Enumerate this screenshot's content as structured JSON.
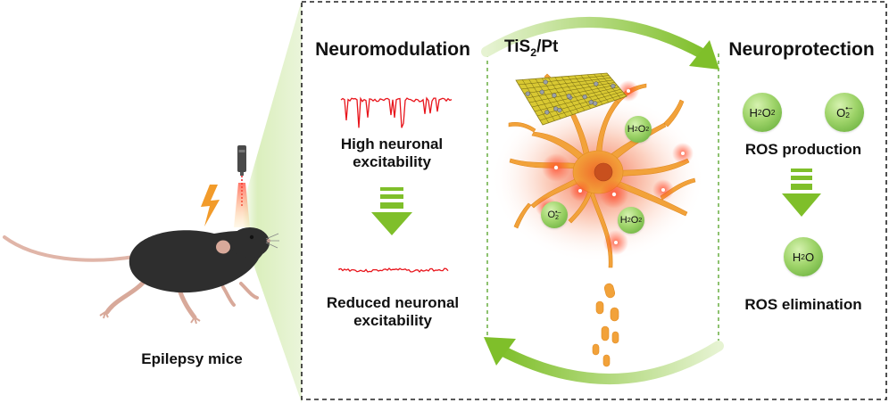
{
  "left": {
    "caption": "Epilepsy mice"
  },
  "neuromodulation": {
    "title": "Neuromodulation",
    "high_line1": "High neuronal",
    "high_line2": "excitability",
    "reduced_line1": "Reduced neuronal",
    "reduced_line2": "excitability"
  },
  "center": {
    "material_main": "TiS",
    "material_sub": "2",
    "material_tail": "/Pt",
    "h2o2_a": "H",
    "h2o2_b": "2",
    "h2o2_c": "O",
    "h2o2_d": "2",
    "o2_main": "O",
    "o2_sup": "•–",
    "o2_sub": "2"
  },
  "neuroprotection": {
    "title": "Neuroprotection",
    "ros_production": "ROS production",
    "water_main": "H",
    "water_sub": "2",
    "water_tail": "O",
    "ros_elimination": "ROS elimination"
  },
  "colors": {
    "trace": "#e8141b",
    "arrow_green": "#7fbf2a",
    "neuron": "#f2a23a",
    "glow": "#f04a2a",
    "sheet": "#d8c832"
  },
  "icons": {
    "laser": "laser-fiber-icon",
    "bolt": "lightning-bolt-icon",
    "mouse": "mouse-illustration",
    "neuron": "neuron-illustration"
  }
}
